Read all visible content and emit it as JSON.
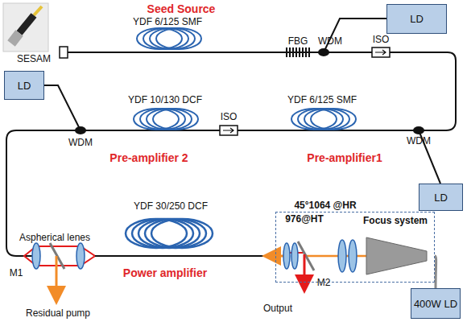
{
  "diagram": {
    "nodes": [
      {
        "text": [
          "LD"
        ]
      },
      {
        "text": [
          "LD"
        ]
      },
      {
        "text": [
          "LD"
        ]
      },
      {
        "text": [
          "Focus system"
        ]
      },
      {
        "text": [
          "400W LD"
        ]
      }
    ],
    "edges": [
      {
        "from": 3,
        "to": 4,
        "arrow": "none"
      }
    ],
    "labels": [
      "SESAM",
      "Seed Source",
      "YDF 6/125 SMF",
      "FBG",
      "WDM",
      "ISO",
      "YDF 10/130 DCF",
      "ISO",
      "YDF 6/125 SMF",
      "WDM",
      "Pre-amplifier 2",
      "Pre-amplifier1",
      "WDM",
      "Aspherical lenes",
      "YDF 30/250 DCF",
      "45°1064 @HR",
      "976@HT",
      "M1",
      "Power amplifier",
      "Residual pump",
      "M2",
      "Output"
    ]
  }
}
